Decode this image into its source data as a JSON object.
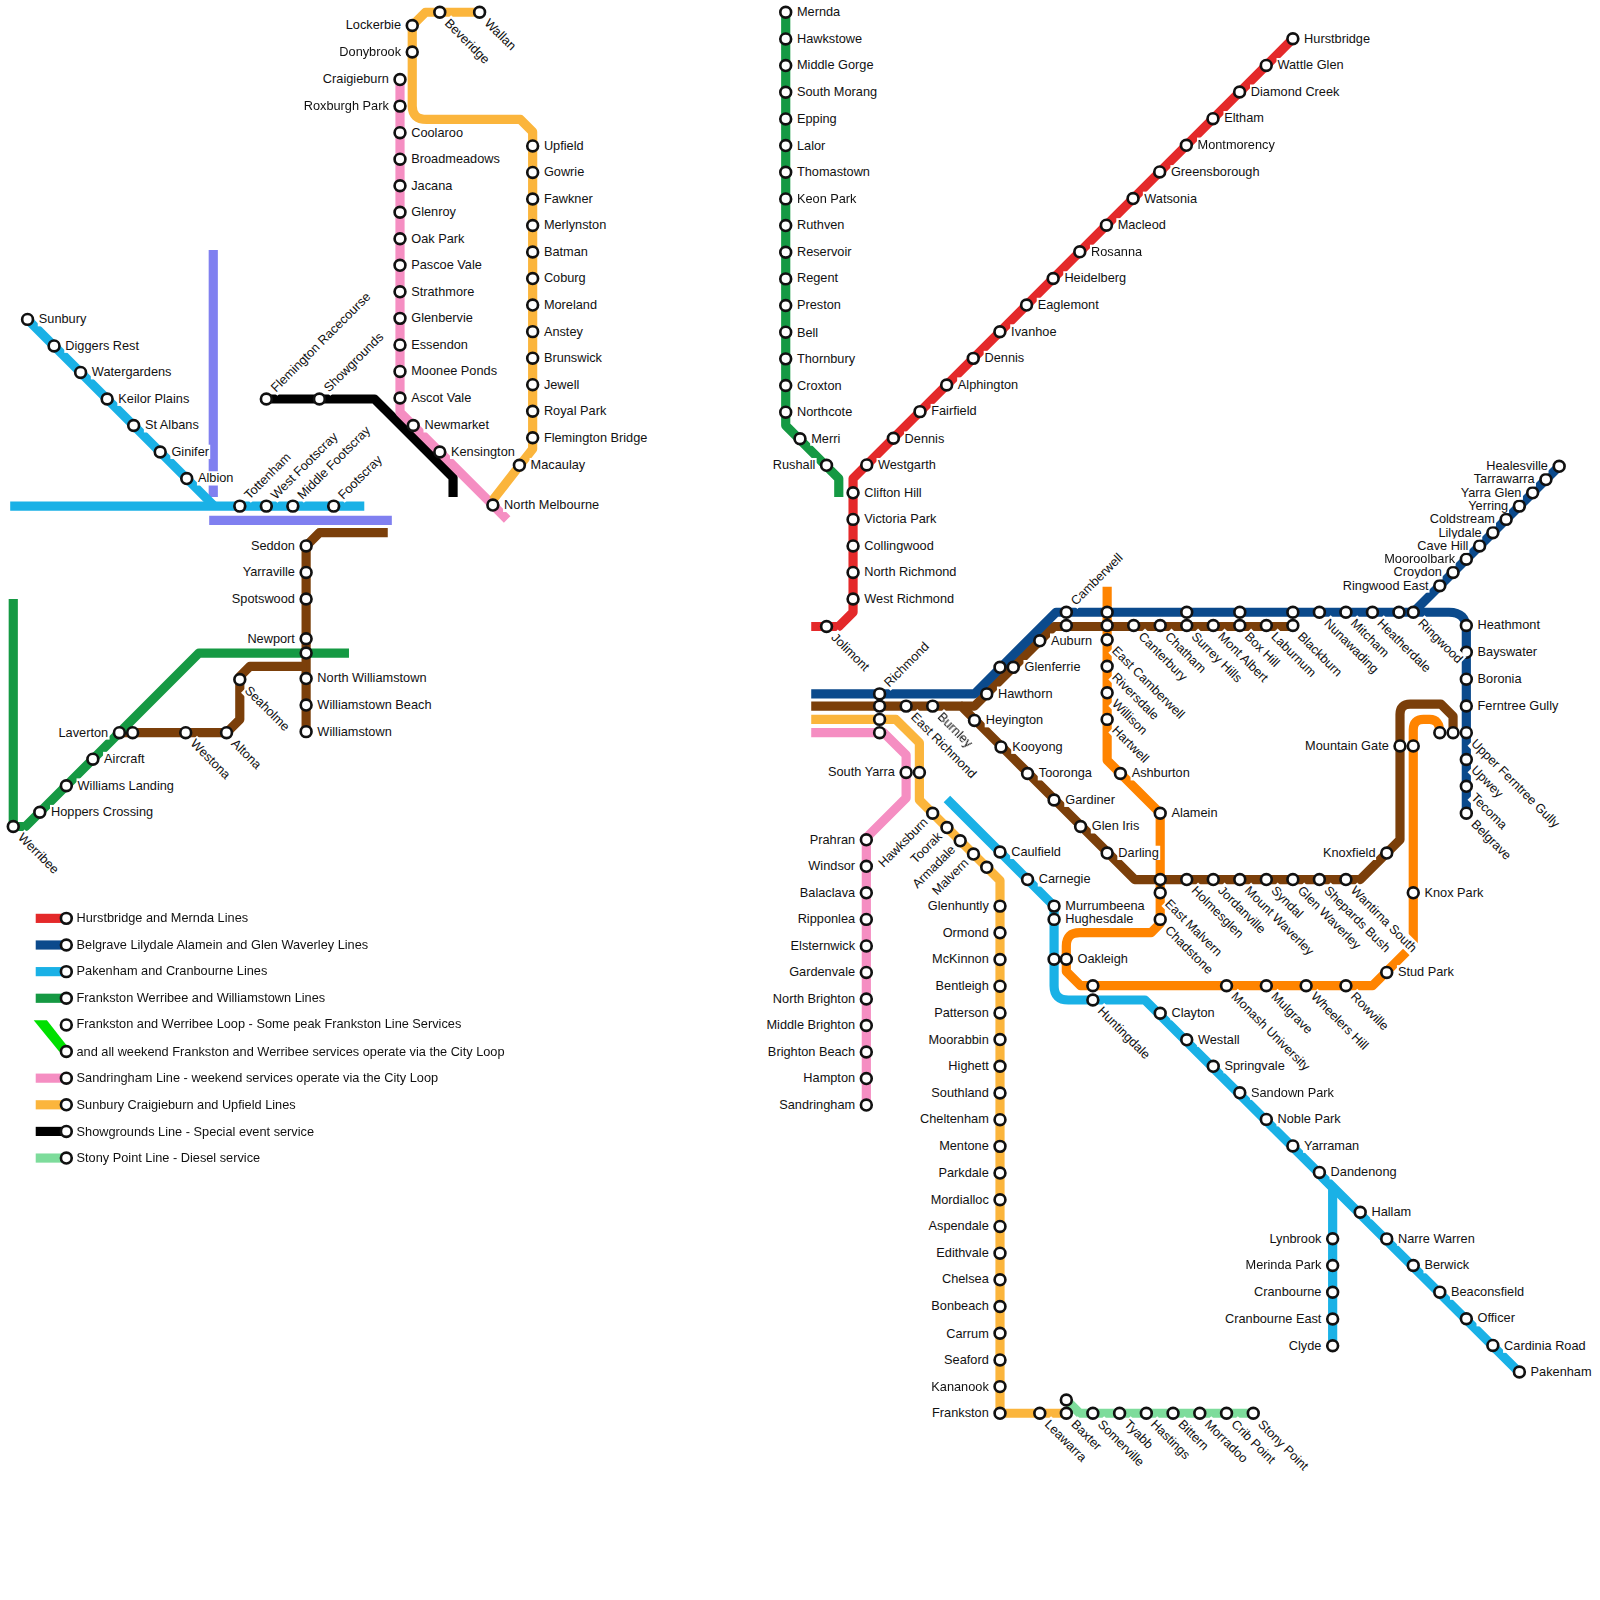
{
  "diagram": {
    "labels": [
      "Sunbury",
      "Diggers Rest",
      "Watergardens",
      "Keilor Plains",
      "St Albans",
      "Ginifer",
      "Albion",
      "Tottenham",
      "West Footscray",
      "Middle Footscray",
      "Footscray",
      "Flemington Racecourse",
      "Showgrounds",
      "Lockerbie",
      "Donybrook",
      "Beveridge",
      "Wallan",
      "Craigieburn",
      "Roxburgh Park",
      "Coolaroo",
      "Broadmeadows",
      "Jacana",
      "Glenroy",
      "Oak Park",
      "Pascoe Vale",
      "Strathmore",
      "Glenbervie",
      "Essendon",
      "Moonee Ponds",
      "Ascot Vale",
      "Newmarket",
      "Kensington",
      "North Melbourne",
      "Upfield",
      "Gowrie",
      "Fawkner",
      "Merlynston",
      "Batman",
      "Coburg",
      "Moreland",
      "Anstey",
      "Brunswick",
      "Jewell",
      "Royal Park",
      "Flemington Bridge",
      "Macaulay",
      "Seddon",
      "Yarraville",
      "Spotswood",
      "Newport",
      "North Williamstown",
      "Williamstown Beach",
      "Williamstown",
      "Seaholme",
      "Altona",
      "Westona",
      "Laverton",
      "Aircraft",
      "Williams Landing",
      "Hoppers Crossing",
      "Werribee",
      "Mernda",
      "Hawkstowe",
      "Middle Gorge",
      "South Morang",
      "Epping",
      "Lalor",
      "Thomastown",
      "Keon Park",
      "Ruthven",
      "Reservoir",
      "Regent",
      "Preston",
      "Bell",
      "Thornbury",
      "Croxton",
      "Northcote",
      "Merri",
      "Rushall",
      "Hurstbridge",
      "Wattle Glen",
      "Diamond Creek",
      "Eltham",
      "Montmorency",
      "Greensborough",
      "Watsonia",
      "Macleod",
      "Rosanna",
      "Heidelberg",
      "Eaglemont",
      "Ivanhoe",
      "Dennis",
      "Alphington",
      "Fairfield",
      "Dennis",
      "Westgarth",
      "Clifton Hill",
      "Victoria Park",
      "Collingwood",
      "North Richmond",
      "West Richmond",
      "Jolimont",
      "Richmond",
      "East Richmond",
      "Burnley",
      "Hawthorn",
      "Glenferrie",
      "Auburn",
      "Camberwell",
      "Heyington",
      "Kooyong",
      "Tooronga",
      "Gardiner",
      "Glen Iris",
      "Darling",
      "East Camberwell",
      "Riversdale",
      "Willison",
      "Hartwell",
      "Ashburton",
      "Alamein",
      "Canterbury",
      "Chatham",
      "Surrey Hills",
      "Mont Albert",
      "Box Hill",
      "Laburnum",
      "Blackburn",
      "Nunawading",
      "Mitcham",
      "Heatherdale",
      "Ringwood",
      "Healesville",
      "Tarrawarra",
      "Yarra Glen",
      "Yerring",
      "Coldstream",
      "Lilydale",
      "Cave Hill",
      "Mooroolbark",
      "Croydon",
      "Ringwood East",
      "Heathmont",
      "Bayswater",
      "Boronia",
      "Ferntree Gully",
      "Mountain Gate",
      "Upper Ferntree Gully",
      "Upwey",
      "Tecoma",
      "Belgrave",
      "Knoxfield",
      "Knox Park",
      "Stud Park",
      "East Malvern",
      "Holmesglen",
      "Jordanville",
      "Mount Waverley",
      "Syndal",
      "Glen Waverley",
      "Shepards Bush",
      "Wantirna South",
      "Chadstone",
      "Monash University",
      "Mulgrave",
      "Wheelers Hill",
      "Rowville",
      "South Yarra",
      "Prahran",
      "Windsor",
      "Balaclava",
      "Ripponlea",
      "Elsternwick",
      "Gardenvale",
      "North Brighton",
      "Middle Brighton",
      "Brighton Beach",
      "Hampton",
      "Sandringham",
      "Hawksburn",
      "Toorak",
      "Armadale",
      "Malvern",
      "Caulfield",
      "Carnegie",
      "Murrumbeena",
      "Hughesdale",
      "Oakleigh",
      "Huntingdale",
      "Clayton",
      "Westall",
      "Springvale",
      "Sandown Park",
      "Noble Park",
      "Yarraman",
      "Dandenong",
      "Hallam",
      "Narre Warren",
      "Berwick",
      "Beaconsfield",
      "Officer",
      "Cardinia Road",
      "Pakenham",
      "Lynbrook",
      "Merinda Park",
      "Cranbourne",
      "Cranbourne East",
      "Clyde",
      "Glenhuntly",
      "Ormond",
      "McKinnon",
      "Bentleigh",
      "Patterson",
      "Moorabbin",
      "Highett",
      "Southland",
      "Cheltenham",
      "Mentone",
      "Parkdale",
      "Mordialloc",
      "Aspendale",
      "Edithvale",
      "Chelsea",
      "Bonbeach",
      "Carrum",
      "Seaford",
      "Kananook",
      "Frankston",
      "Leawarra",
      "Baxter",
      "Somerville",
      "Tyabb",
      "Hastings",
      "Bittern",
      "Morradoo",
      "Crib Point",
      "Stony Point"
    ],
    "legend": [
      {
        "text": "Hurstbridge and Mernda Lines",
        "color": "#e4292a"
      },
      {
        "text": "Belgrave Lilydale Alamein and Glen Waverley Lines",
        "color": "#0b4a8c"
      },
      {
        "text": "Pakenham and Cranbourne Lines",
        "color": "#1ab1e6"
      },
      {
        "text": "Frankston Werribee and Williamstown Lines",
        "color": "#159943"
      },
      {
        "text": "Frankston and Werribee Loop - Some peak Frankston Line Services",
        "color": "#00e000"
      },
      {
        "text": "and all weekend Frankston and Werribee services operate via the City Loop"
      },
      {
        "text": "Sandringham Line - weekend services operate via the City Loop",
        "color": "#f58ec2"
      },
      {
        "text": "Sunbury Craigieburn and Upfield Lines",
        "color": "#fbb53c"
      },
      {
        "text": "Showgrounds Line - Special event service",
        "color": "#000000"
      },
      {
        "text": "Stony Point Line - Diesel service",
        "color": "#7ddc9b"
      }
    ]
  }
}
